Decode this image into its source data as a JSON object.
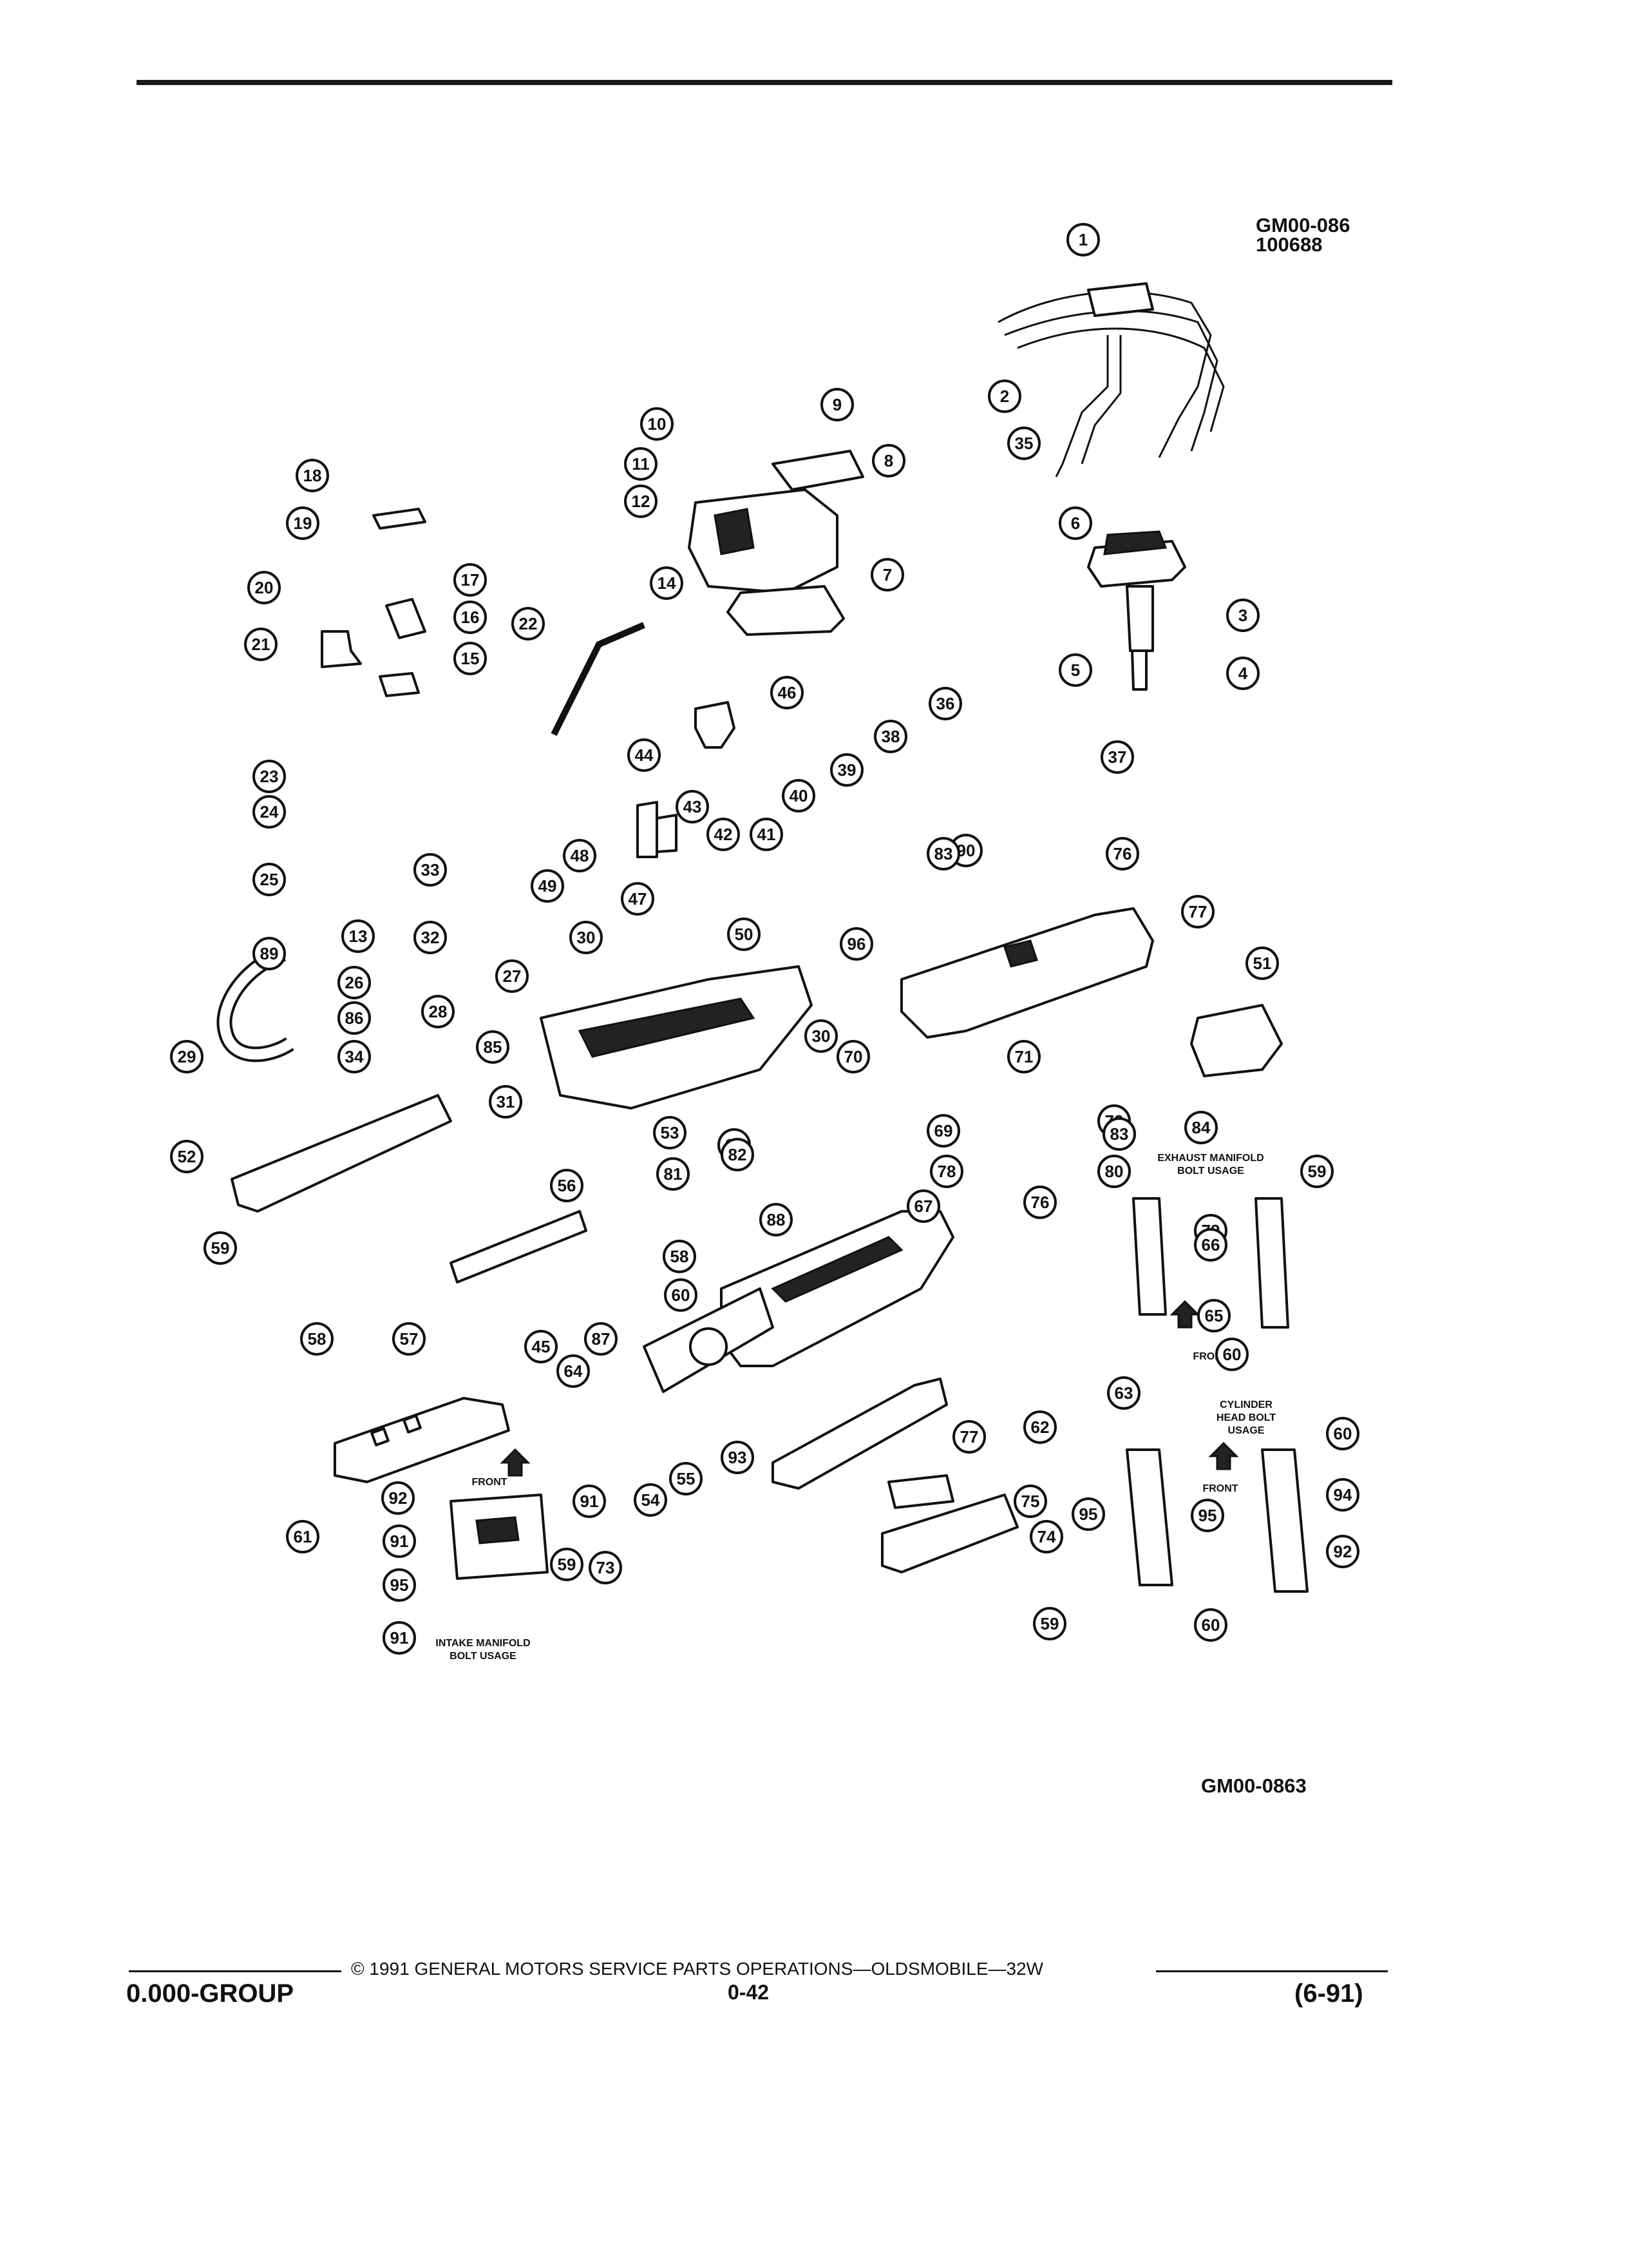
{
  "header": {
    "ref_code_top": "GM00-086",
    "date_code": "100688"
  },
  "figure": {
    "ref_code_bottom": "GM00-0863",
    "labels": {
      "exhaust_manifold": [
        "EXHAUST MANIFOLD",
        "BOLT USAGE"
      ],
      "cylinder_head": [
        "CYLINDER",
        "HEAD BOLT",
        "USAGE"
      ],
      "intake_manifold": [
        "INTAKE MANIFOLD",
        "BOLT USAGE"
      ],
      "front": "FRONT"
    },
    "callouts": [
      "1",
      "2",
      "35",
      "6",
      "3",
      "4",
      "5",
      "9",
      "10",
      "8",
      "11",
      "12",
      "7",
      "14",
      "18",
      "19",
      "17",
      "20",
      "16",
      "22",
      "21",
      "15",
      "46",
      "36",
      "38",
      "37",
      "44",
      "39",
      "40",
      "43",
      "41",
      "42",
      "23",
      "24",
      "33",
      "25",
      "48",
      "49",
      "47",
      "90",
      "83",
      "76",
      "77",
      "13",
      "32",
      "30",
      "50",
      "96",
      "89",
      "26",
      "27",
      "51",
      "86",
      "28",
      "34",
      "29",
      "30",
      "70",
      "71",
      "85",
      "52",
      "31",
      "53",
      "68",
      "69",
      "72",
      "84",
      "83",
      "82",
      "78",
      "81",
      "67",
      "80",
      "59",
      "59",
      "76",
      "56",
      "88",
      "79",
      "58",
      "66",
      "60",
      "65",
      "58",
      "57",
      "45",
      "87",
      "64",
      "63",
      "60",
      "93",
      "62",
      "77",
      "60",
      "55",
      "54",
      "94",
      "61",
      "92",
      "91",
      "75",
      "95",
      "95",
      "91",
      "74",
      "59",
      "92",
      "95",
      "59",
      "73",
      "60",
      "91"
    ]
  },
  "footer": {
    "copyright": "© 1991 GENERAL MOTORS SERVICE PARTS OPERATIONS—OLDSMOBILE—32W",
    "group": "0.000-GROUP",
    "page_number": "0-42",
    "revision": "(6-91)"
  }
}
